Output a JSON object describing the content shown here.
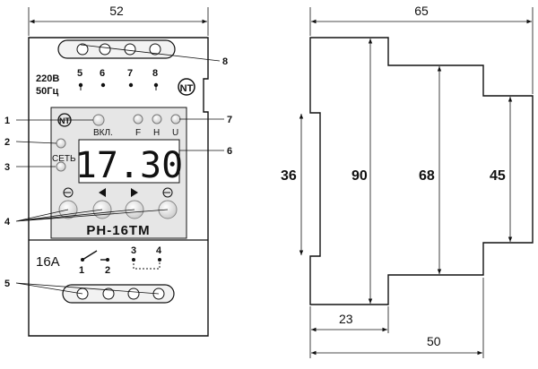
{
  "front_view": {
    "width_dim": "52",
    "voltage": "220В",
    "frequency": "50Гц",
    "top_terminals": [
      "5",
      "6",
      "7",
      "8"
    ],
    "led_labels": {
      "on": "ВКЛ.",
      "network": "СЕТЬ",
      "f": "F",
      "h": "H",
      "u": "U"
    },
    "display_value": "17.30",
    "model": "РН-16ТМ",
    "current": "16A",
    "relay_contacts": [
      "1",
      "2"
    ],
    "aux_contacts": [
      "3",
      "4"
    ],
    "callouts": [
      "1",
      "2",
      "3",
      "4",
      "5",
      "6",
      "7",
      "8"
    ]
  },
  "side_view": {
    "depth_total": "65",
    "heights": {
      "h36": "36",
      "h90": "90",
      "h68": "68",
      "h45": "45"
    },
    "widths": {
      "w23": "23",
      "w50": "50"
    }
  }
}
